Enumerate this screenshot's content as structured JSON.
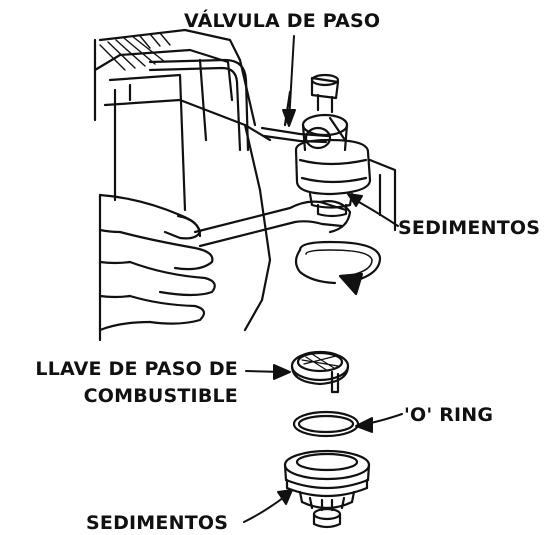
{
  "labels": {
    "valve": "VÁLVULA DE PASO",
    "sediment_cup_top": "SEDIMENTOS",
    "fuel_valve_line1": "LLAVE DE PASO DE",
    "fuel_valve_line2": "COMBUSTIBLE",
    "o_ring": "'O' RING",
    "sediment_cup_bottom": "SEDIMENTOS"
  },
  "colors": {
    "ink": "#111111",
    "paper": "#ffffff"
  }
}
